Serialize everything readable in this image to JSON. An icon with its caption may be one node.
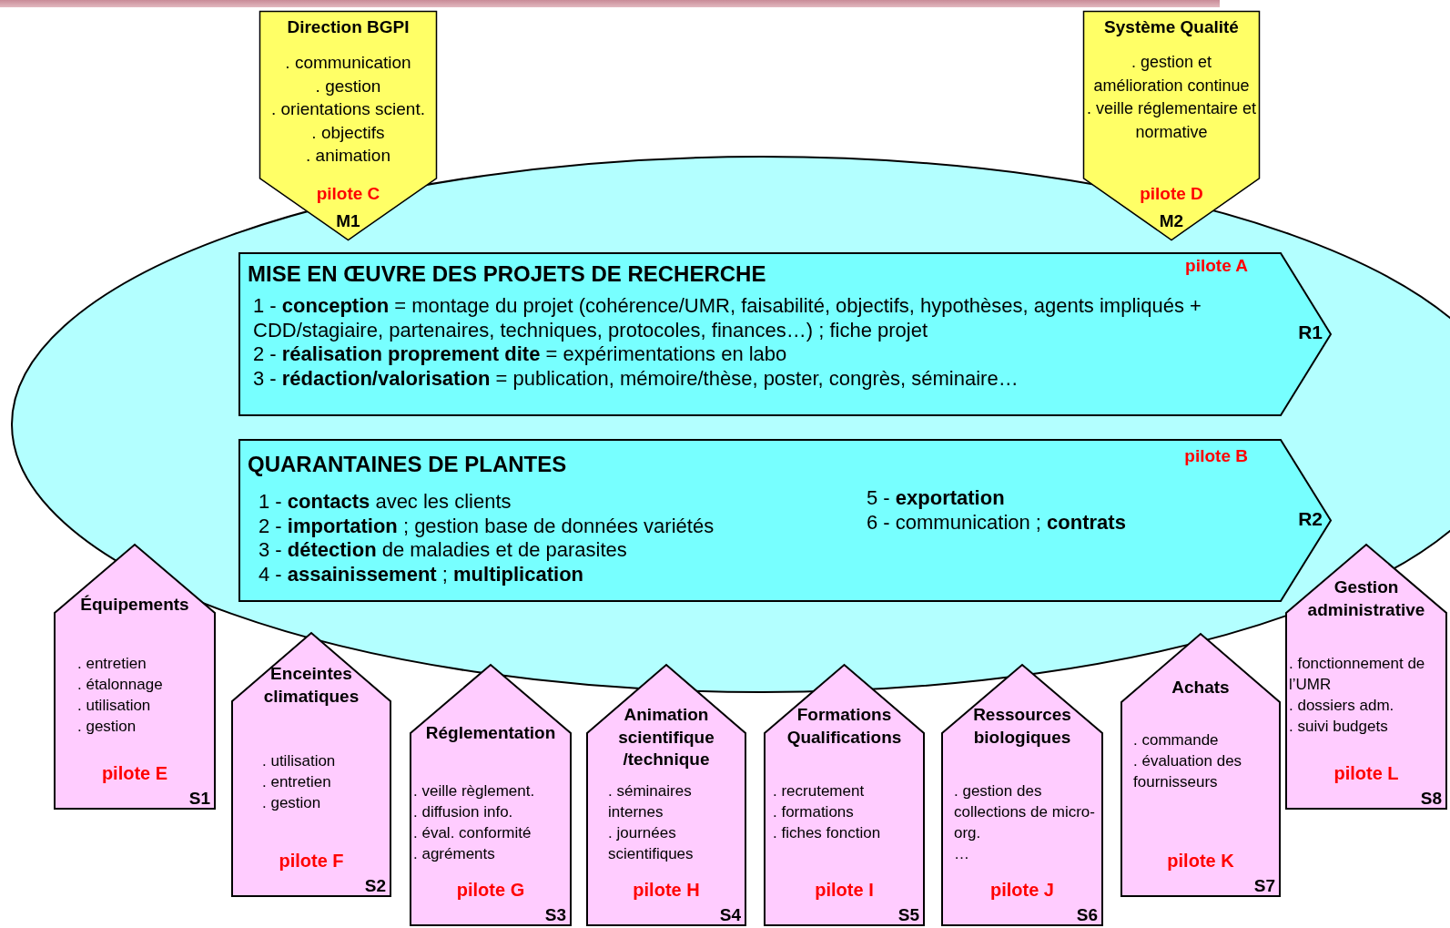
{
  "diagram": {
    "nodes": [
      {
        "text": [
          "Direction BGPI",
          ". communication",
          ". gestion",
          ". orientations scient.",
          ". objectifs",
          ". animation",
          "pilote C",
          "M1"
        ]
      },
      {
        "text": [
          "Système Qualité",
          ". gestion et amélioration continue",
          ". veille réglementaire et normative",
          "pilote D",
          "M2"
        ]
      },
      {
        "text": [],
        "shape": "ellipse"
      },
      {
        "text": [
          "MISE EN ŒUVRE DES PROJETS DE RECHERCHE",
          "1 - **conception** = montage du projet (cohérence/UMR, faisabilité, objectifs, hypothèses, agents impliqués + CDD/stagiaire, partenaires, techniques, protocoles, finances…) ; fiche projet",
          "2 - **réalisation proprement dite** = expérimentations en labo",
          "3 - **rédaction/valorisation** = publication, mémoire/thèse, poster, congrès, séminaire…",
          "pilote A",
          "R1"
        ],
        "in": 2
      },
      {
        "text": [
          "QUARANTAINES DE PLANTES",
          "1 - **contacts** avec les clients",
          "2 - **importation** ; gestion base de données variétés",
          "3 - **détection** de maladies et de parasites",
          "4 - **assainissement** ; **multiplication**",
          "5 - **exportation**",
          "6 - communication ; **contrats**",
          "pilote B",
          "R2"
        ],
        "in": 2
      },
      {
        "text": [
          "Équipements",
          ". entretien",
          ". étalonnage",
          ". utilisation",
          ". gestion",
          "pilote E",
          "S1"
        ]
      },
      {
        "text": [
          "Enceintes climatiques",
          ". utilisation",
          ". entretien",
          ". gestion",
          "pilote F",
          "S2"
        ]
      },
      {
        "text": [
          "Réglementation",
          ". veille règlement.",
          ". diffusion info.",
          ". éval. conformité",
          ". agréments",
          "pilote G",
          "S3"
        ]
      },
      {
        "text": [
          "Animation scientifique /technique",
          ". séminaires internes",
          ". journées scientifiques",
          "pilote H",
          "S4"
        ]
      },
      {
        "text": [
          "Formations Qualifications",
          ". recrutement",
          ". formations",
          ". fiches fonction",
          "pilote I",
          "S5"
        ]
      },
      {
        "text": [
          "Ressources biologiques",
          ". gestion des collections de micro-org.",
          "…",
          "pilote J",
          "S6"
        ]
      },
      {
        "text": [
          "Achats",
          ". commande",
          ". évaluation des fournisseurs",
          "pilote K",
          "S7"
        ]
      },
      {
        "text": [
          "Gestion administrative",
          ". fonctionnement de l’UMR",
          ". dossiers adm.",
          ". suivi budgets",
          "pilote L",
          "S8"
        ]
      }
    ]
  }
}
